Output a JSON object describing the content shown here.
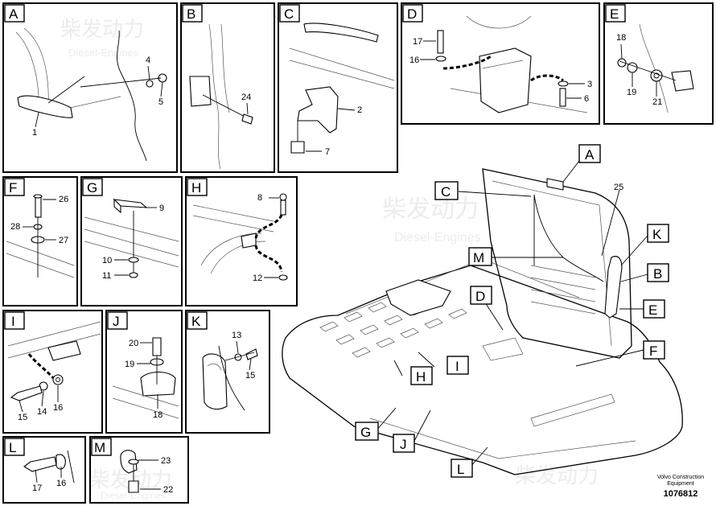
{
  "panels": {
    "A": {
      "tag": "A",
      "callouts": [
        "4",
        "5",
        "1"
      ]
    },
    "B": {
      "tag": "B",
      "callouts": [
        "24"
      ]
    },
    "C": {
      "tag": "C",
      "callouts": [
        "2",
        "7"
      ]
    },
    "D": {
      "tag": "D",
      "callouts": [
        "17",
        "16",
        "3",
        "6"
      ]
    },
    "E": {
      "tag": "E",
      "callouts": [
        "18",
        "19",
        "21"
      ]
    },
    "F": {
      "tag": "F",
      "callouts": [
        "26",
        "28",
        "27"
      ]
    },
    "G": {
      "tag": "G",
      "callouts": [
        "9",
        "10",
        "11"
      ]
    },
    "H": {
      "tag": "H",
      "callouts": [
        "8",
        "12"
      ]
    },
    "I": {
      "tag": "I",
      "callouts": [
        "15",
        "14",
        "16"
      ]
    },
    "J": {
      "tag": "J",
      "callouts": [
        "20",
        "19",
        "18"
      ]
    },
    "K": {
      "tag": "K",
      "callouts": [
        "13",
        "15"
      ]
    },
    "L": {
      "tag": "L",
      "callouts": [
        "17",
        "16"
      ]
    },
    "M": {
      "tag": "M",
      "callouts": [
        "23",
        "22"
      ]
    }
  },
  "main_view": {
    "tags": [
      "A",
      "C",
      "M",
      "K",
      "B",
      "D",
      "E",
      "F",
      "I",
      "H",
      "G",
      "J",
      "L"
    ],
    "callout_25": "25"
  },
  "footer": {
    "company_line1": "Volvo Construction",
    "company_line2": "Equipment",
    "drawing_number": "1076812"
  },
  "watermark": {
    "text_cn": "柴发动力",
    "text_en": "Diesel-Engines"
  }
}
